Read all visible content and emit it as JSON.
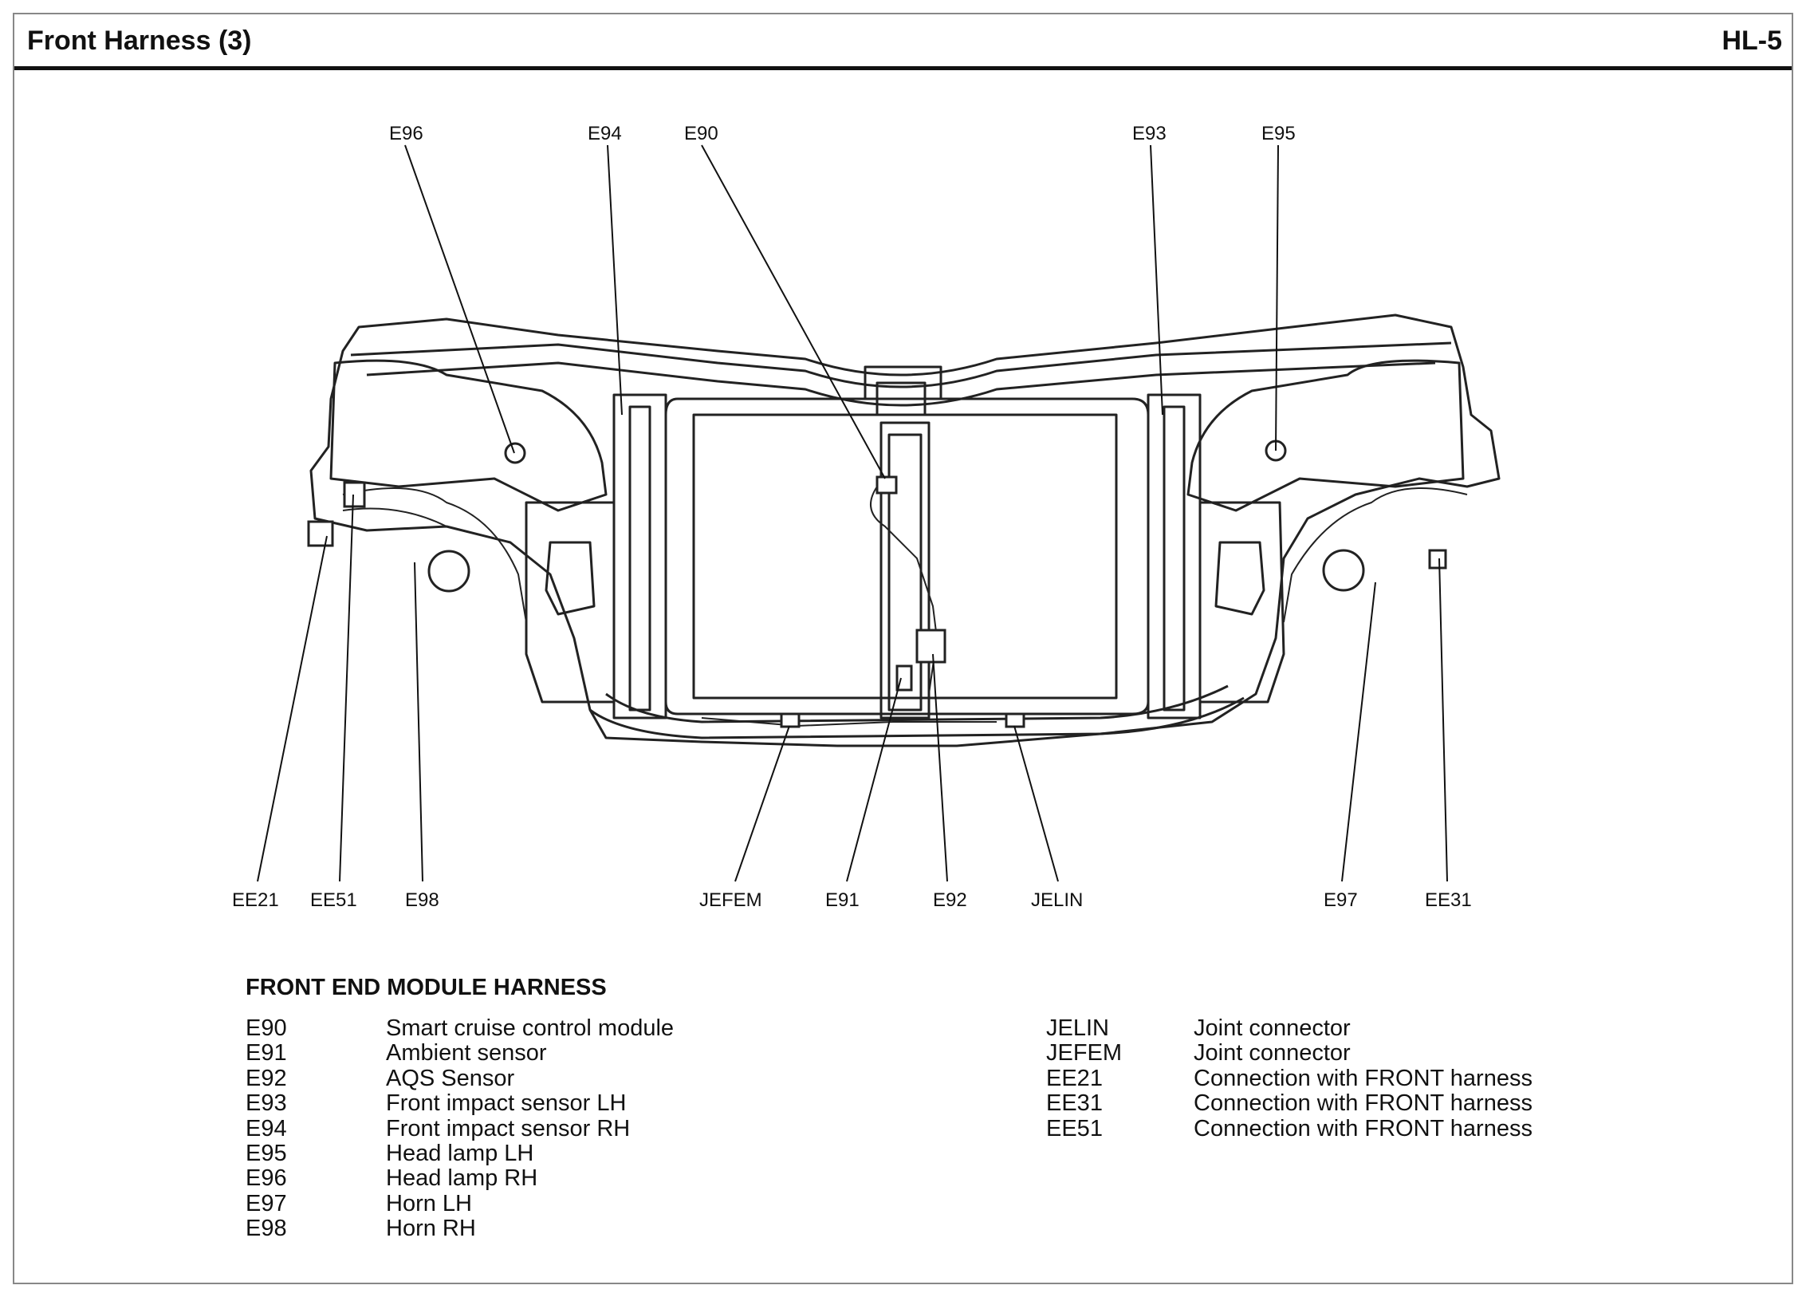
{
  "header": {
    "title": "Front Harness (3)",
    "code": "HL-5"
  },
  "labels": {
    "top": [
      "E96",
      "E94",
      "E90",
      "E93",
      "E95"
    ],
    "bottom": [
      "EE21",
      "EE51",
      "E98",
      "JEFEM",
      "E91",
      "E92",
      "JELIN",
      "E97",
      "EE31"
    ]
  },
  "legend": {
    "heading": "FRONT END MODULE HARNESS",
    "left": [
      {
        "code": "E90",
        "desc": "Smart cruise control module"
      },
      {
        "code": "E91",
        "desc": "Ambient sensor"
      },
      {
        "code": "E92",
        "desc": "AQS Sensor"
      },
      {
        "code": "E93",
        "desc": "Front impact sensor LH"
      },
      {
        "code": "E94",
        "desc": "Front impact sensor RH"
      },
      {
        "code": "E95",
        "desc": "Head lamp LH"
      },
      {
        "code": "E96",
        "desc": "Head lamp RH"
      },
      {
        "code": "E97",
        "desc": "Horn LH"
      },
      {
        "code": "E98",
        "desc": "Horn RH"
      }
    ],
    "right": [
      {
        "code": "JELIN",
        "desc": "Joint connector"
      },
      {
        "code": "JEFEM",
        "desc": "Joint connector"
      },
      {
        "code": "EE21",
        "desc": "Connection with FRONT harness"
      },
      {
        "code": "EE31",
        "desc": "Connection with FRONT harness"
      },
      {
        "code": "EE51",
        "desc": "Connection with FRONT harness"
      }
    ]
  }
}
